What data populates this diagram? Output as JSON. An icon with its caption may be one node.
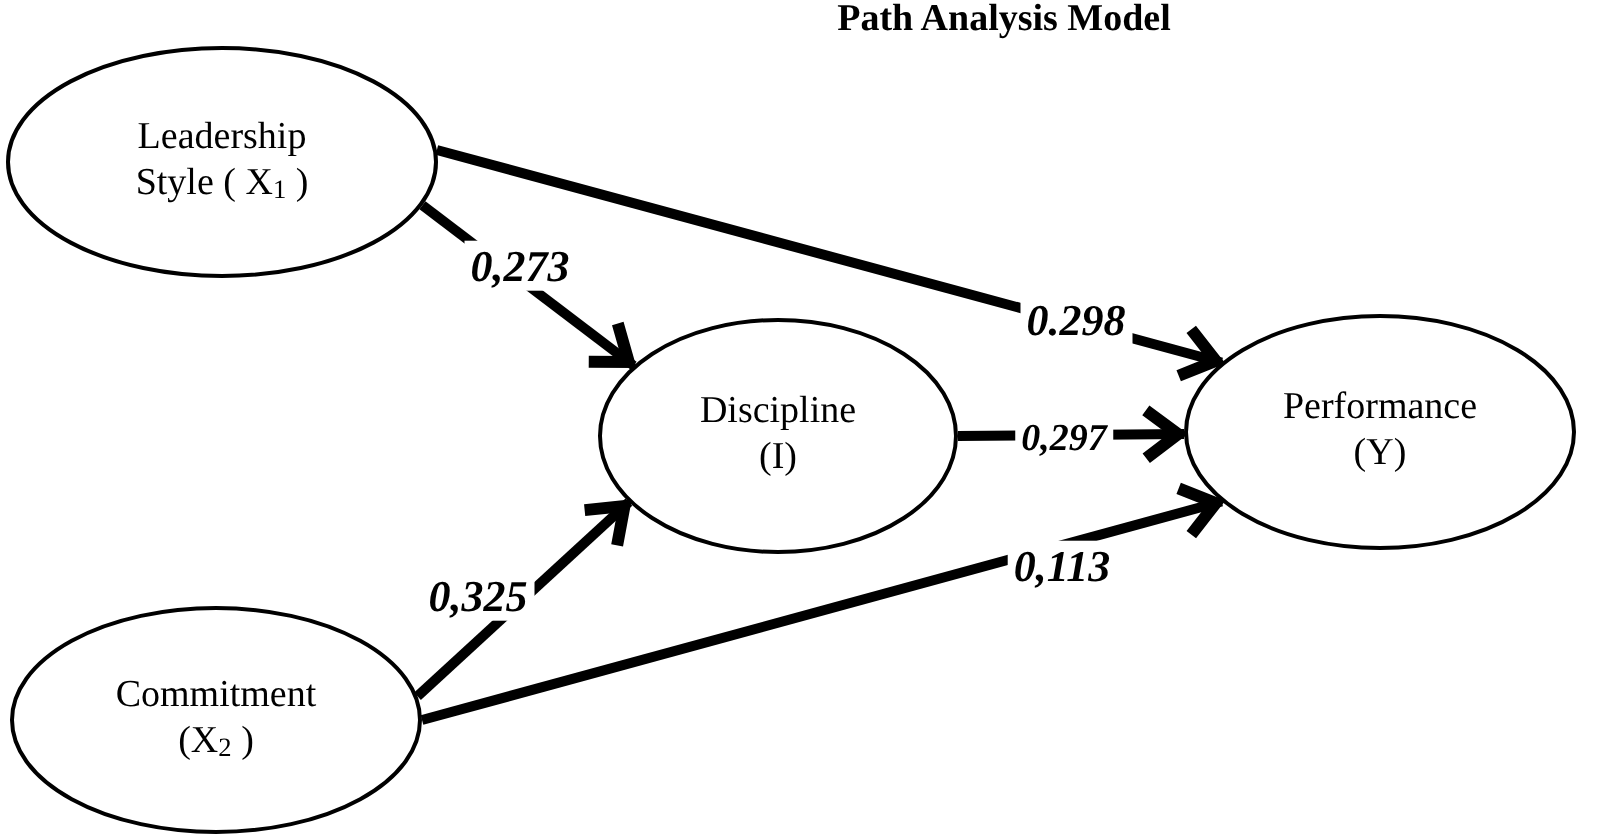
{
  "diagram": {
    "title": "Path Analysis Model",
    "nodes": [
      {
        "text": [
          "Leadership Style ( X$_{1}$ )"
        ]
      },
      {
        "text": [
          "Discipline (I)"
        ]
      },
      {
        "text": [
          "Performance (Y)"
        ]
      },
      {
        "text": [
          "Commitment (X$_{2}$ )"
        ]
      }
    ],
    "edges": [
      {
        "from": 0,
        "to": 1,
        "arrow": "to",
        "label": "0,273"
      },
      {
        "from": 0,
        "to": 2,
        "arrow": "to",
        "label": "0.298"
      },
      {
        "from": 1,
        "to": 2,
        "arrow": "to",
        "label": "0,297"
      },
      {
        "from": 3,
        "to": 1,
        "arrow": "to",
        "label": "0,325"
      },
      {
        "from": 3,
        "to": 2,
        "arrow": "to",
        "label": "0,113"
      }
    ]
  }
}
